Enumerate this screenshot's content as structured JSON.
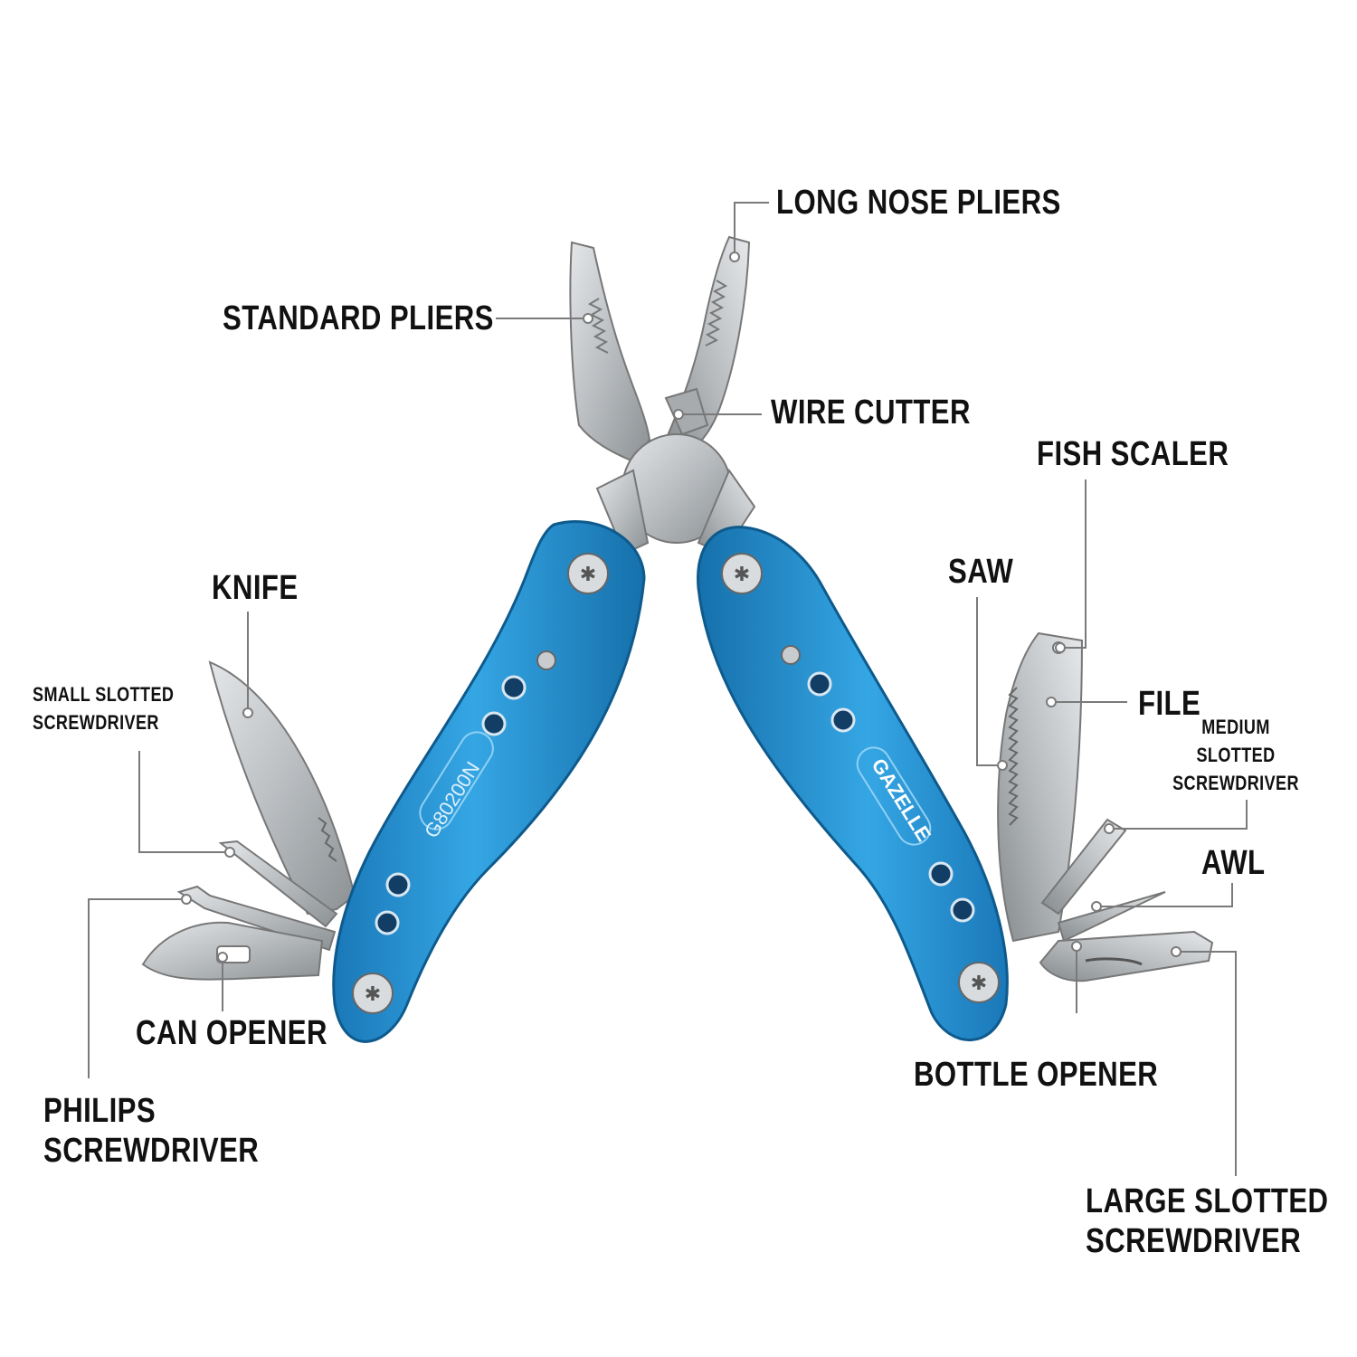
{
  "labels": {
    "long_nose_pliers": "LONG NOSE PLIERS",
    "standard_pliers": "STANDARD PLIERS",
    "wire_cutter": "WIRE CUTTER",
    "fish_scaler": "FISH SCALER",
    "saw": "SAW",
    "knife": "KNIFE",
    "file": "FILE",
    "small_slotted_screwdriver": [
      "SMALL SLOTTED",
      "SCREWDRIVER"
    ],
    "medium_slotted_screwdriver": [
      "MEDIUM",
      "SLOTTED",
      "SCREWDRIVER"
    ],
    "awl": "AWL",
    "can_opener": "CAN OPENER",
    "bottle_opener": "BOTTLE OPENER",
    "philips_screwdriver": [
      "PHILIPS",
      "SCREWDRIVER"
    ],
    "large_slotted_screwdriver": [
      "LARGE SLOTTED",
      "SCREWDRIVER"
    ]
  },
  "tool_markings": {
    "model_number": "G80200N",
    "brand": "GAZELLE"
  },
  "colors": {
    "handle": "#2a9ad8",
    "handle_dark": "#1670ab",
    "steel": "#bfc3c6",
    "steel_dark": "#8c9194",
    "leader": "#7a7a7a",
    "text": "#111111"
  }
}
